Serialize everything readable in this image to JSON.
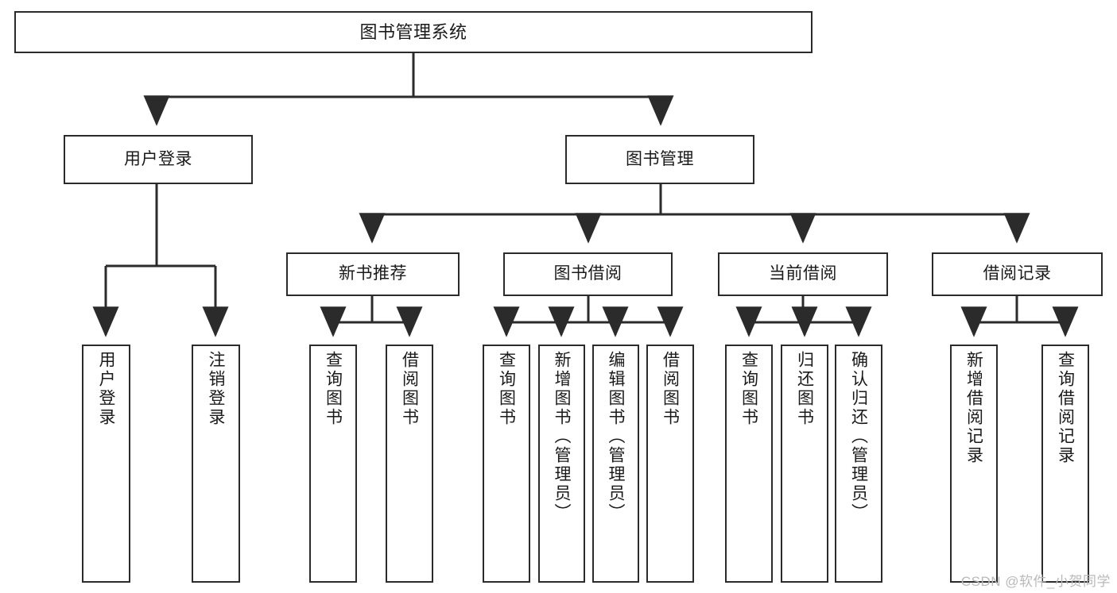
{
  "diagram": {
    "title": "图书管理系统",
    "watermark": "CSDN @软件_小贺同学",
    "type": "tree-hierarchy",
    "stroke_color": "#2b2b2b",
    "background_color": "#ffffff",
    "text_color": "#1a1a1a",
    "watermark_color": "#b9b9b9",
    "levels": {
      "root": {
        "label": "图书管理系统"
      },
      "level2": [
        {
          "label": "用户登录"
        },
        {
          "label": "图书管理"
        }
      ],
      "level3": [
        {
          "label": "新书推荐"
        },
        {
          "label": "图书借阅"
        },
        {
          "label": "当前借阅"
        },
        {
          "label": "借阅记录"
        }
      ],
      "leaves": {
        "user_login": [
          {
            "label": "用户登录"
          },
          {
            "label": "注销登录"
          }
        ],
        "new_book": [
          {
            "label": "查询图书"
          },
          {
            "label": "借阅图书"
          }
        ],
        "book_borrow": [
          {
            "label": "查询图书"
          },
          {
            "label": "新增图书（管理员）"
          },
          {
            "label": "编辑图书（管理员）"
          },
          {
            "label": "借阅图书"
          }
        ],
        "current_borrow": [
          {
            "label": "查询图书"
          },
          {
            "label": "归还图书"
          },
          {
            "label": "确认归还（管理员）"
          }
        ],
        "borrow_record": [
          {
            "label": "新增借阅记录"
          },
          {
            "label": "查询借阅记录"
          }
        ]
      }
    }
  }
}
